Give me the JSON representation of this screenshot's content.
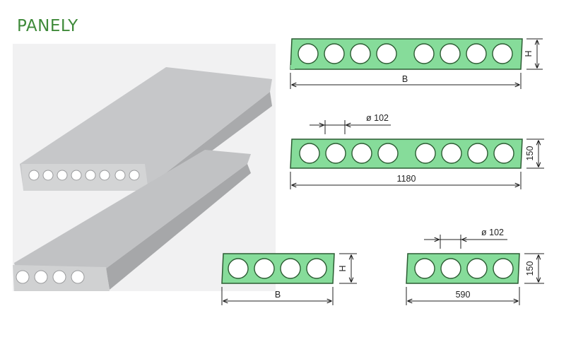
{
  "title": "PANELY",
  "colors": {
    "title": "#3f8a3a",
    "panel_fill": "#86dc9a",
    "panel_stroke": "#2c5c33",
    "hole_fill": "#ffffff",
    "slab_top": "#c3c4c6",
    "slab_face": "#b2b3b5",
    "dim_line": "#222222"
  },
  "sections": {
    "wide_generic": {
      "height_label": "H",
      "width_label": "B"
    },
    "wide_specific": {
      "diameter_label": "ø 102",
      "height_label": "150",
      "width_label": "1180"
    },
    "narrow_generic": {
      "height_label": "H",
      "width_label": "B"
    },
    "narrow_specific": {
      "diameter_label": "ø 102",
      "height_label": "150",
      "width_label": "590"
    }
  },
  "illustration": {
    "name": "hollow-core-slab-illustration"
  }
}
